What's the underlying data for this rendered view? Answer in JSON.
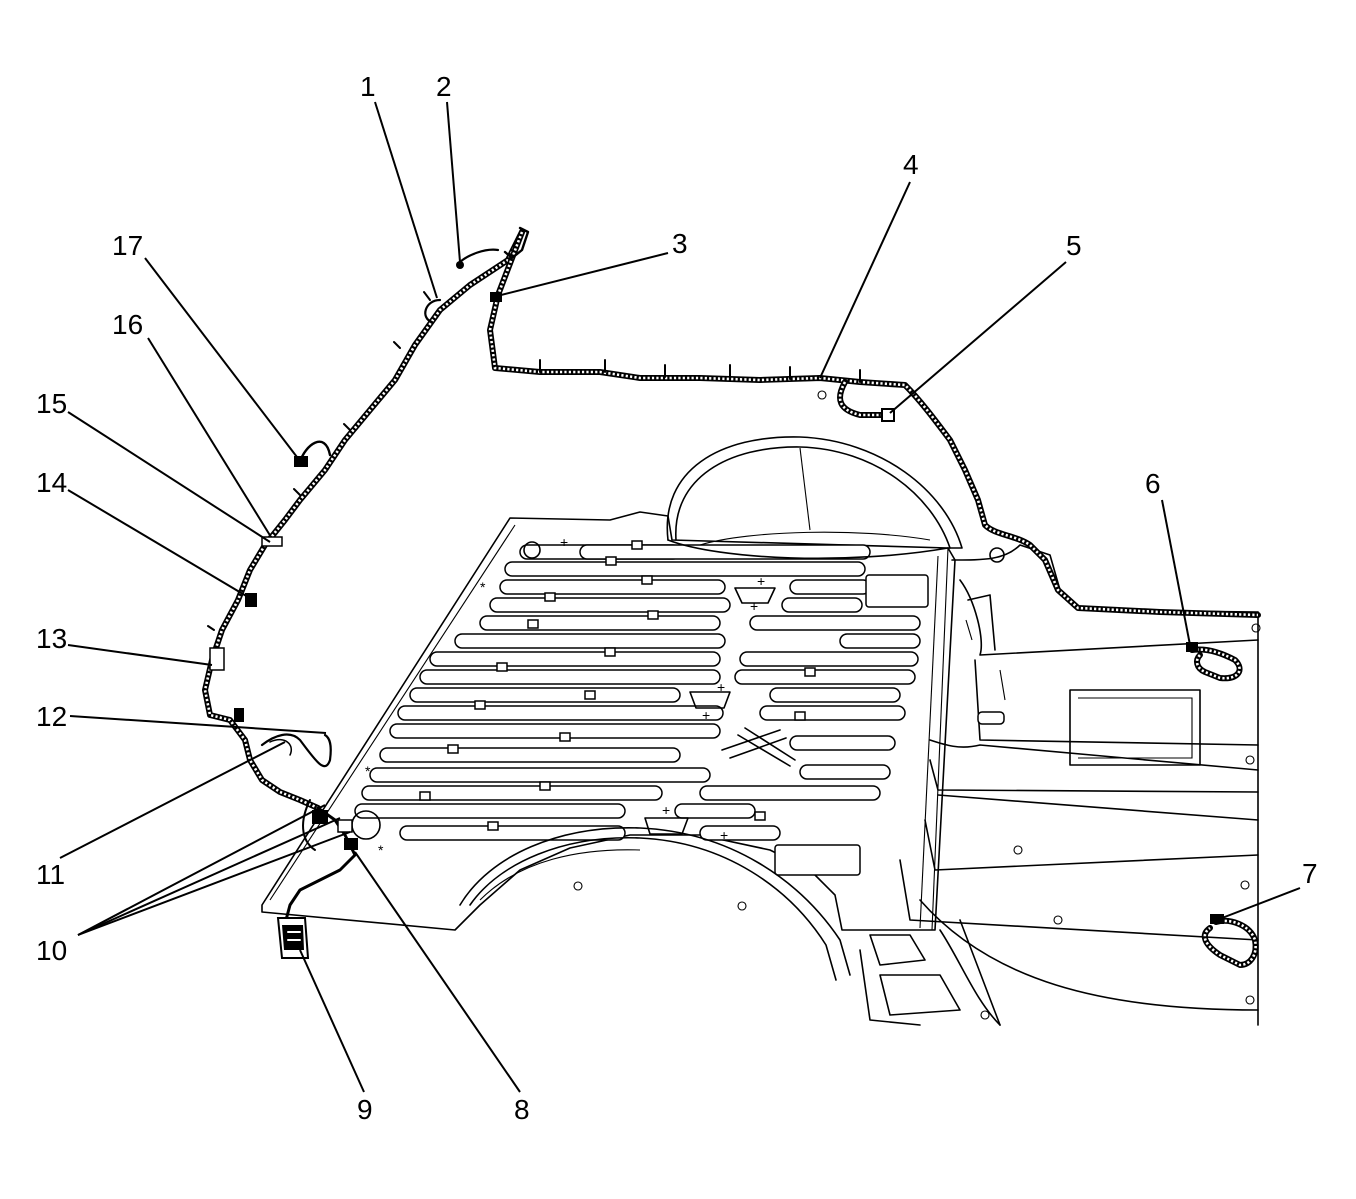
{
  "callouts": [
    "1",
    "2",
    "3",
    "4",
    "5",
    "6",
    "7",
    "8",
    "9",
    "10",
    "11",
    "12",
    "13",
    "14",
    "15",
    "16",
    "17"
  ],
  "colors": {
    "line": "#000000",
    "background": "#ffffff"
  }
}
